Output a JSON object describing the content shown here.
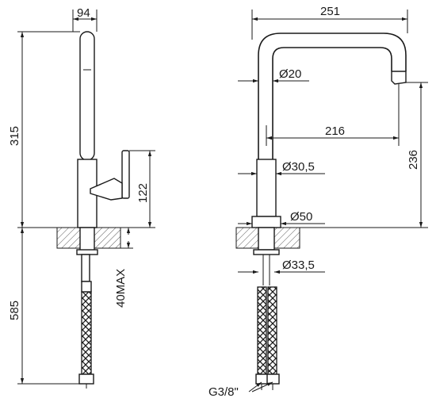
{
  "dimensions": {
    "side_top_width": "94",
    "side_total_height": "315",
    "side_handle_height": "122",
    "side_under_length": "585",
    "side_max_thickness": "40MAX",
    "front_top_width": "251",
    "front_spout_dia": "Ø20",
    "front_reach": "216",
    "front_height": "236",
    "front_body_dia": "Ø30,5",
    "front_base_dia": "Ø50",
    "front_shank_dia": "Ø33,5",
    "front_connection": "G3/8\""
  }
}
